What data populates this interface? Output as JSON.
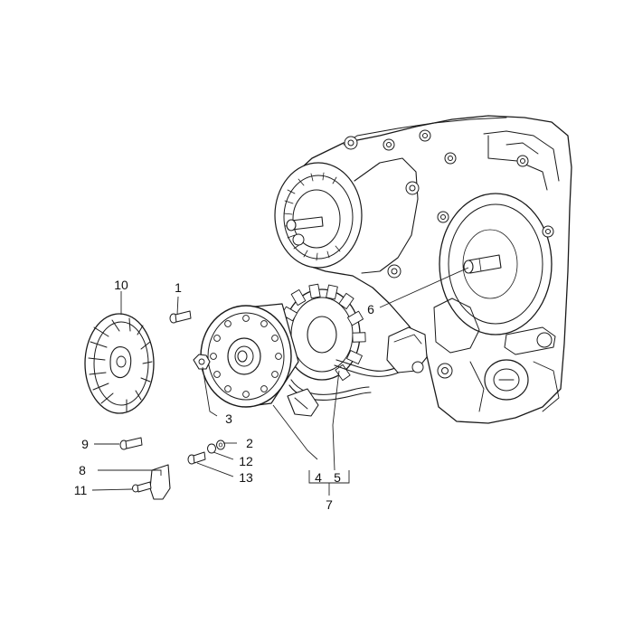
{
  "callouts": [
    {
      "id": "c1",
      "label": "1"
    },
    {
      "id": "c2",
      "label": "2"
    },
    {
      "id": "c3",
      "label": "3"
    },
    {
      "id": "c4",
      "label": "4"
    },
    {
      "id": "c5",
      "label": "5"
    },
    {
      "id": "c6",
      "label": "6"
    },
    {
      "id": "c7",
      "label": "7"
    },
    {
      "id": "c8",
      "label": "8"
    },
    {
      "id": "c9",
      "label": "9"
    },
    {
      "id": "c10",
      "label": "10"
    },
    {
      "id": "c11",
      "label": "11"
    },
    {
      "id": "c12",
      "label": "12"
    },
    {
      "id": "c13",
      "label": "13"
    }
  ],
  "parts": {
    "crankcase": "engine-crankcase",
    "flywheel": "flywheel-rotor",
    "stator": "stator-coil",
    "fan": "cooling-fan",
    "pickup": "pickup-sensor",
    "bracket": "cable-bracket"
  },
  "colors": {
    "line": "#1a1a1a",
    "background": "#ffffff"
  }
}
